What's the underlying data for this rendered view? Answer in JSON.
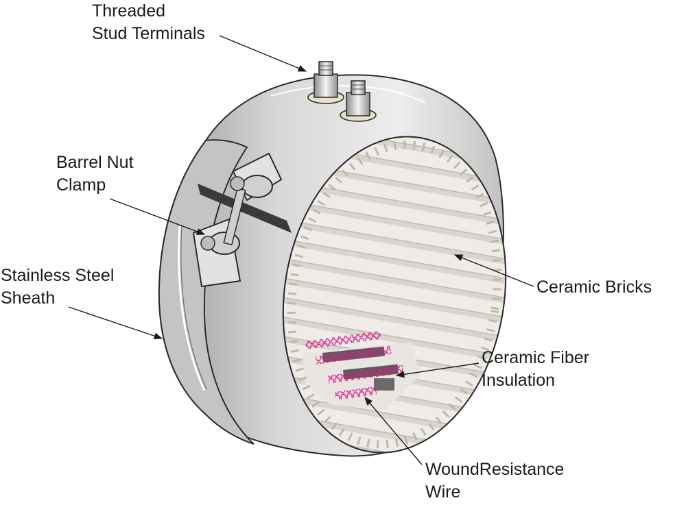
{
  "labels": {
    "terminals": {
      "line1": "Threaded",
      "line2": "Stud Terminals"
    },
    "clamp": {
      "line1": "Barrel Nut",
      "line2": "Clamp"
    },
    "sheath": {
      "line1": "Stainless Steel",
      "line2": "Sheath"
    },
    "bricks": {
      "line1": "Ceramic Bricks"
    },
    "insulation": {
      "line1": "Ceramic Fiber",
      "line2": "Insulation"
    },
    "wire": {
      "line1": "WoundResistance",
      "line2": "Wire"
    }
  },
  "colors": {
    "sheath": "#d3d3d3",
    "sheath_dark": "#a7a7a7",
    "outline": "#2b2b2b",
    "brick": "#eeebe6",
    "brick_line": "#c7c2bb",
    "coil": "#e0188c",
    "fiber": "#5c5c5c"
  }
}
